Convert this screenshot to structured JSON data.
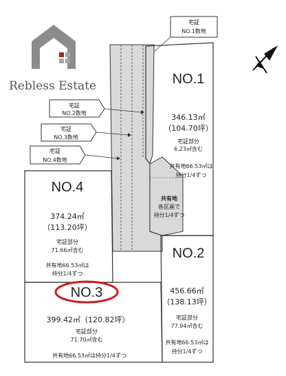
{
  "logo": {
    "brand": "Rebless Estate",
    "colors": {
      "house": "#7a7a7a",
      "accent": "#9b2a2a"
    }
  },
  "callouts": {
    "no1_label": [
      "宅証",
      "NO.1数地"
    ],
    "no2_label": [
      "宅証",
      "NO.2数地"
    ],
    "no3_label": [
      "宅証",
      "NO.3数地"
    ],
    "no4_label": [
      "宅証",
      "NO.4数地"
    ]
  },
  "lots": {
    "no1": {
      "title": "NO.1",
      "area": "346.13㎡",
      "tsubo": "（104.70坪）",
      "part_label": "宅証部分",
      "part_value": "6.23㎡含む",
      "shared_line1": "共有地66.53㎡は",
      "shared_line2": "持分1/4ずつ"
    },
    "no2": {
      "title": "NO.2",
      "area": "456.66㎡",
      "tsubo": "（138.13坪）",
      "part_label": "宅証部分",
      "part_value": "77.94㎡含む",
      "shared_line1": "共有地66.53㎡は",
      "shared_line2": "持分1/4ずつ"
    },
    "no3": {
      "title": "NO.3",
      "area": "399.42㎡（120.82坪）",
      "part_label": "宅証部分",
      "part_value": "71.70㎡含む",
      "shared_line": "共有地66.53㎡は持分1/4ずつ"
    },
    "no4": {
      "title": "NO.4",
      "area": "374.24㎡",
      "tsubo": "（113.20坪）",
      "part_label": "宅証部分",
      "part_value": "71.66㎡含む",
      "shared_line1": "共有地66.53㎡は",
      "shared_line2": "持分1/4ずつ"
    }
  },
  "shared_land": {
    "line1": "共有地",
    "line2": "各区画で",
    "line3": "持分1/4ずつ"
  },
  "colors": {
    "lane": "#d9d9d9",
    "highlight": "#d01c1c"
  }
}
